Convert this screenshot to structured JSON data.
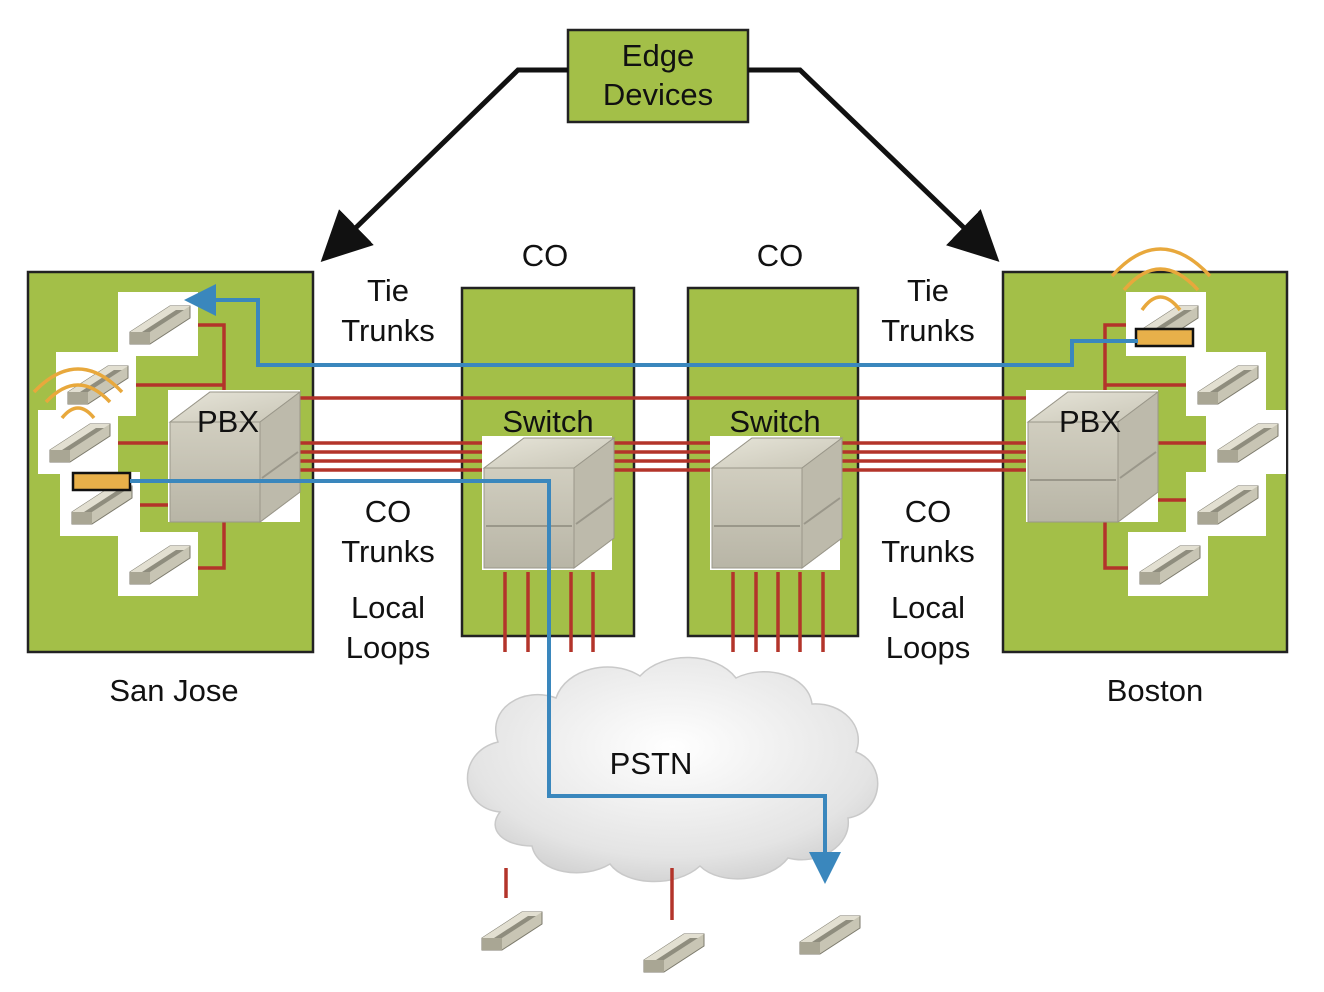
{
  "edge_devices": {
    "line1": "Edge",
    "line2": "Devices"
  },
  "sites": {
    "left": "San Jose",
    "right": "Boston"
  },
  "offices": {
    "left_label": "CO",
    "right_label": "CO"
  },
  "pbx": {
    "left_label": "PBX",
    "right_label": "PBX"
  },
  "switches": {
    "left_label": "Switch",
    "right_label": "Switch"
  },
  "trunks": {
    "tie_left": {
      "line1": "Tie",
      "line2": "Trunks"
    },
    "tie_right": {
      "line1": "Tie",
      "line2": "Trunks"
    },
    "co_left": {
      "line1": "CO",
      "line2": "Trunks"
    },
    "co_right": {
      "line1": "CO",
      "line2": "Trunks"
    },
    "local_left": {
      "line1": "Local",
      "line2": "Loops"
    },
    "local_right": {
      "line1": "Local",
      "line2": "Loops"
    }
  },
  "network": {
    "label": "PSTN"
  },
  "colors": {
    "site_fill": "#a3bf48",
    "edge_box_fill": "#a3bf48",
    "line_red": "#b3342a",
    "call_path_blue": "#3a87bd",
    "wireless_orange": "#e8a83c",
    "handset_box": "#e8b04a"
  },
  "icons": {
    "phone": "desk-phone-icon",
    "pbx": "pbx-server-icon",
    "switch": "switch-server-icon",
    "cloud": "cloud-icon",
    "wireless": "wireless-waves-icon"
  }
}
